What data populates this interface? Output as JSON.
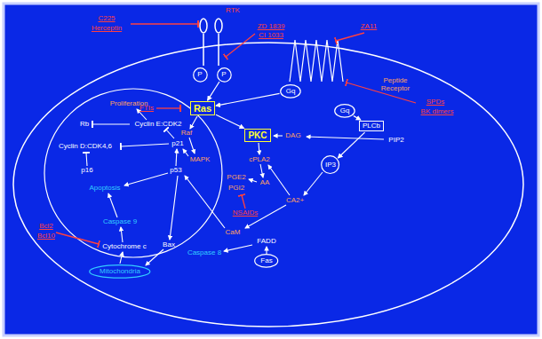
{
  "diagram": {
    "nodes": [
      {
        "text": [
          "P"
        ]
      },
      {
        "text": [
          "P"
        ]
      },
      {
        "text": [
          "Gq"
        ]
      },
      {
        "text": [
          "Gq"
        ]
      },
      {
        "text": [
          "PLCb"
        ]
      },
      {
        "text": [
          "Ras"
        ]
      },
      {
        "text": [
          "PKC"
        ]
      },
      {
        "text": [
          "IP3"
        ]
      },
      {
        "text": [
          "Fas"
        ]
      },
      {
        "text": [
          "Mitochondria"
        ]
      }
    ],
    "edges": [
      {
        "from": 1,
        "to": 5,
        "arrow": "to"
      },
      {
        "from": 2,
        "to": 5,
        "arrow": "to"
      },
      {
        "from": 3,
        "to": 4,
        "arrow": "to"
      },
      {
        "from": 5,
        "to": 6,
        "arrow": "to"
      },
      {
        "from": 4,
        "to": 7,
        "arrow": "to"
      }
    ],
    "labels": [
      "C225",
      "Herceptin",
      "RTK",
      "ZD 1839",
      "CI 1033",
      "ZA11",
      "Peptide Receptor",
      "SPDs",
      "BK dimers",
      "FTIs",
      "PIP2",
      "DAG",
      "Raf",
      "MAPK",
      "cPLA2",
      "AA",
      "PGE2",
      "PGI2",
      "CA2+",
      "NSAIDs",
      "CaM",
      "Proliferation",
      "Rb",
      "Cyclin E:CDK2",
      "Cyclin D:CDK4,6",
      "p21",
      "p16",
      "p53",
      "Apoptosis",
      "Caspase 9",
      "Caspase 8",
      "Bcl2",
      "Bcl10",
      "Cytochrome c",
      "Bax",
      "FADD"
    ]
  }
}
